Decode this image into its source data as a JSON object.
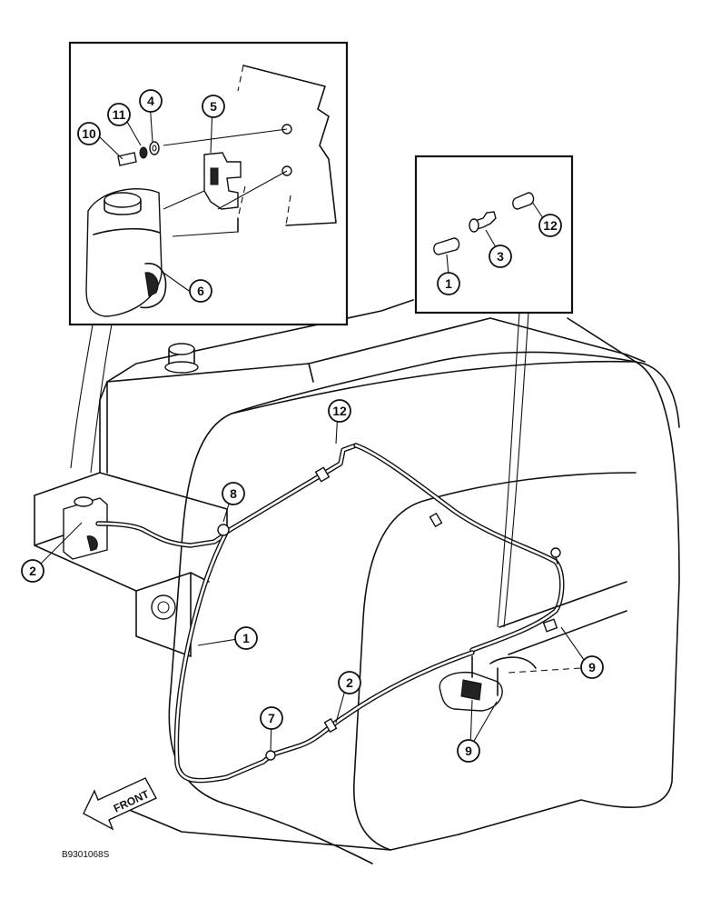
{
  "figure_id": "B9301068S",
  "direction_label": "FRONT",
  "callouts": {
    "c10": "10",
    "c11": "11",
    "c4": "4",
    "c5": "5",
    "c6": "6",
    "c1_inset": "1",
    "c3": "3",
    "c12_inset": "12",
    "c12_main": "12",
    "c8": "8",
    "c2_left": "2",
    "c1_main": "1",
    "c2_main": "2",
    "c7": "7",
    "c9_right": "9",
    "c9_bottom": "9"
  }
}
